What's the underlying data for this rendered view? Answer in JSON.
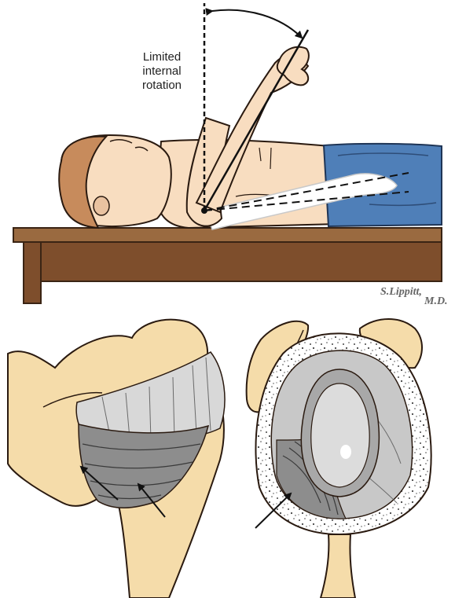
{
  "label": {
    "line1": "Limited",
    "line2": "internal",
    "line3": "rotation"
  },
  "signature": {
    "line1": "S.Lippitt,",
    "line2": "M.D."
  },
  "colors": {
    "skin": "#f8ddc0",
    "skin_outline": "#2a1a10",
    "hair": "#c78b5c",
    "jeans": "#4f7fb8",
    "table": "#8c5a34",
    "bone": "#f5dcaa",
    "capsule_light": "#d8d8d8",
    "capsule_dark": "#8d8d8d"
  },
  "icons": [
    "rotation-arc-arrow-icon",
    "pointer-arrow-icon"
  ]
}
